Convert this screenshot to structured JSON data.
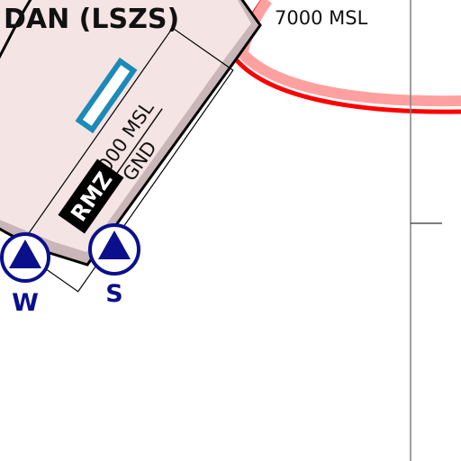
{
  "map": {
    "airport_label": "DAN (LSZS)",
    "upper_limit": "10000 MSL",
    "lower_limit": "GND",
    "rmz_label": "RMZ",
    "adjacent_upper_partial": "7000 MSL",
    "reporting_points": [
      {
        "label": "W"
      },
      {
        "label": "S"
      }
    ]
  },
  "colors": {
    "zone_fill": "#f5e4e4",
    "zone_border": "#c9b6b8",
    "zone_outline": "#000000",
    "restricted_ring": "#ff0000",
    "restricted_ring_inner": "#ffa0a0",
    "reporting_point": "#0b0f8c",
    "frequency_box": "#1c8ab8",
    "rmz_box": "#000000",
    "rmz_text": "#ffffff",
    "grid_line": "#808080"
  }
}
